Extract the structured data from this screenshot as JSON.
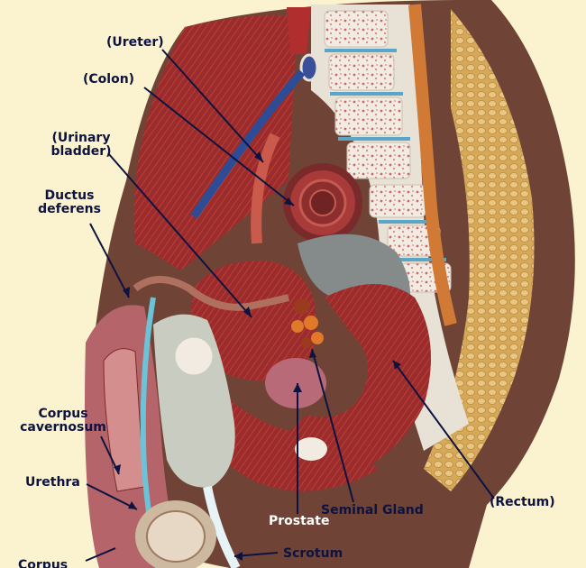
{
  "labels": {
    "ureter": "(Ureter)",
    "colon": "(Colon)",
    "urinary_bladder_line1": "(Urinary",
    "urinary_bladder_line2": "bladder)",
    "ductus_deferens_line1": "Ductus",
    "ductus_deferens_line2": "deferens",
    "corpus_cavernosum_line1": "Corpus",
    "corpus_cavernosum_line2": "cavernosum",
    "urethra": "Urethra",
    "corpus_spongiosum_partial": "Corpus",
    "prostate": "Prostate",
    "seminal_gland": "Seminal  Gland",
    "rectum": "(Rectum)",
    "scrotum": "Scrotum"
  },
  "colors": {
    "background": "#fbf3cf",
    "label_text": "#0d1340",
    "label_text_on_dark": "#ffffff",
    "leader_line": "#0d1340",
    "muscle": "#9a2a2a",
    "bone": "#ece6da",
    "fat": "#d9ae5c",
    "skin": "#7a4a38"
  }
}
